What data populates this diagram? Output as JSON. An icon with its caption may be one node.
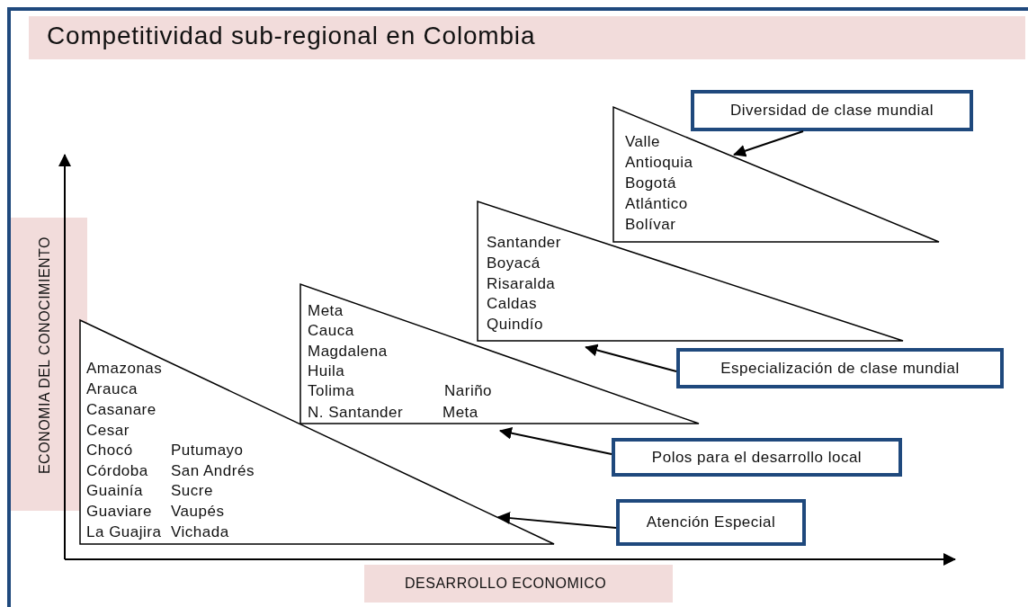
{
  "diagram": {
    "title": "Competitividad sub-regional en Colombia",
    "nodes": [
      {
        "text": [
          "Diversidad de clase mundial"
        ]
      },
      {
        "text": [
          "Valle",
          "Antioquia",
          "Bogotá",
          "Atlántico",
          "Bolívar"
        ]
      },
      {
        "text": [
          "Santander",
          "Boyacá",
          "Risaralda",
          "Caldas",
          "Quindío"
        ]
      },
      {
        "text": [
          "Especialización de clase mundial"
        ]
      },
      {
        "text": [
          "Meta",
          "Cauca",
          "Magdalena",
          "Huila",
          "Tolima",
          "Nariño",
          "N. Santander",
          "Meta"
        ]
      },
      {
        "text": [
          "Polos para el desarrollo local"
        ]
      },
      {
        "text": [
          "Amazonas",
          "Arauca",
          "Casanare",
          "Cesar",
          "Chocó",
          "Putumayo",
          "Córdoba",
          "San Andrés",
          "Guainía",
          "Sucre",
          "Guaviare",
          "Vaupés",
          "La Guajira",
          "Vichada"
        ]
      },
      {
        "text": [
          "Atención Especial"
        ]
      }
    ],
    "edges": [
      {
        "from": 0,
        "to": 1,
        "arrow": "to"
      },
      {
        "from": 3,
        "to": 2,
        "arrow": "to"
      },
      {
        "from": 5,
        "to": 4,
        "arrow": "to"
      },
      {
        "from": 7,
        "to": 6,
        "arrow": "to"
      }
    ],
    "labels": [
      "ECONOMIA DEL CONOCIMIENTO",
      "DESARROLLO ECONOMICO"
    ]
  }
}
